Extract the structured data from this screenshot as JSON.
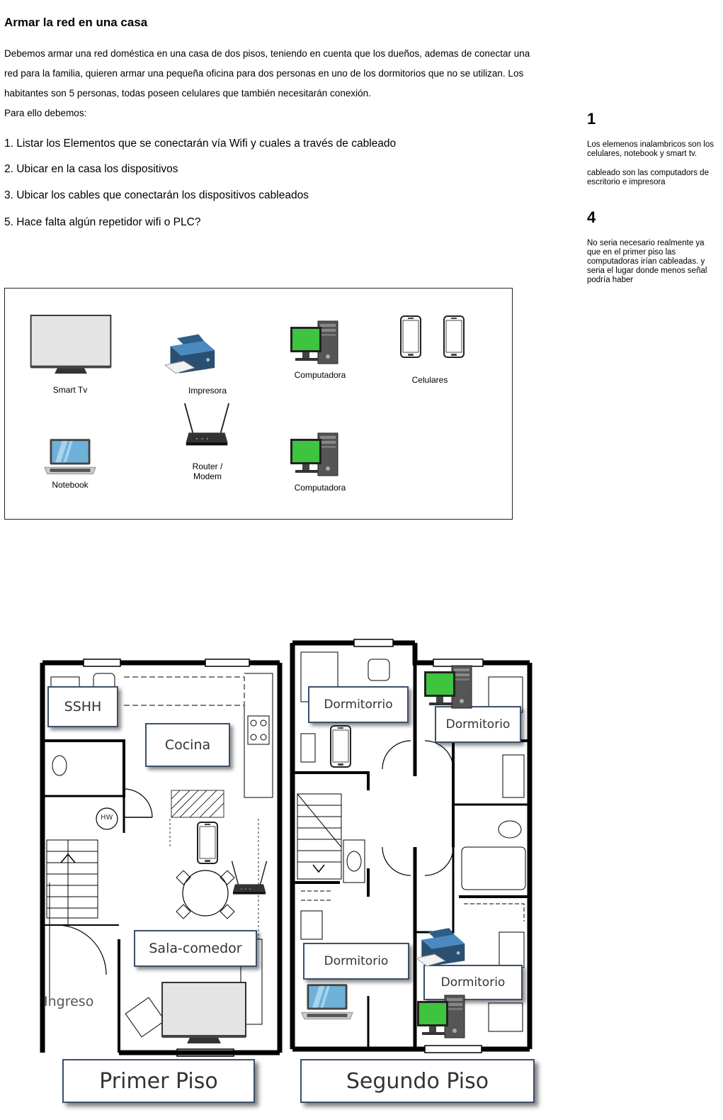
{
  "doc": {
    "title": "Armar la red en una casa",
    "intro_lines": [
      "Debemos armar una red doméstica en una casa de dos pisos, teniendo en cuenta que los dueños, ademas de conectar una",
      "red para la familia, quieren armar una pequeña oficina para dos personas en uno de los dormitorios que no se utilizan. Los",
      "habitantes son 5 personas, todas poseen celulares que también necesitarán conexión.",
      "Para ello debemos:"
    ],
    "tasks": [
      "1. Listar los Elementos que se conectarán vía Wifi y cuales a través de cableado",
      "2. Ubicar en la casa los dispositivos",
      "3. Ubicar los cables que conectarán los dispositivos cableados",
      "5. Hace falta algún repetidor wifi o PLC?"
    ]
  },
  "answers": [
    {
      "number": "1",
      "paragraphs": [
        "Los elemenos inalambricos son los celulares, notebook y smart tv.",
        "cableado son las computadors de escritorio e impresora"
      ]
    },
    {
      "number": "4",
      "paragraphs": [
        "No seria necesario realmente ya que en el primer piso las computadoras irían cableadas. y seria el lugar donde menos señal podría haber"
      ]
    }
  ],
  "legend": {
    "items": [
      {
        "label": "Smart Tv",
        "icon": "tv-icon"
      },
      {
        "label": "Impresora",
        "icon": "printer-icon"
      },
      {
        "label": "Computadora",
        "icon": "desktop-computer-icon"
      },
      {
        "label": "Celulares",
        "icon": "phone-icon"
      },
      {
        "label": "Notebook",
        "icon": "laptop-icon"
      },
      {
        "label": "Router /\nModem",
        "icon": "router-icon"
      },
      {
        "label": "Computadora",
        "icon": "desktop-computer-icon"
      }
    ]
  },
  "floorplan": {
    "first_floor": {
      "title": "Primer Piso",
      "rooms": [
        "SSHH",
        "Cocina",
        "Sala-comedor",
        "Ingreso"
      ],
      "fixture_label": "HW"
    },
    "second_floor": {
      "title": "Segundo Piso",
      "rooms": [
        "Dormitorrio",
        "Dormitorio",
        "Dormitorio",
        "Dormitorio"
      ]
    }
  },
  "colors": {
    "screen_green": "#3fc43f",
    "label_border": "#3d4f6a",
    "wall": "#000000"
  }
}
